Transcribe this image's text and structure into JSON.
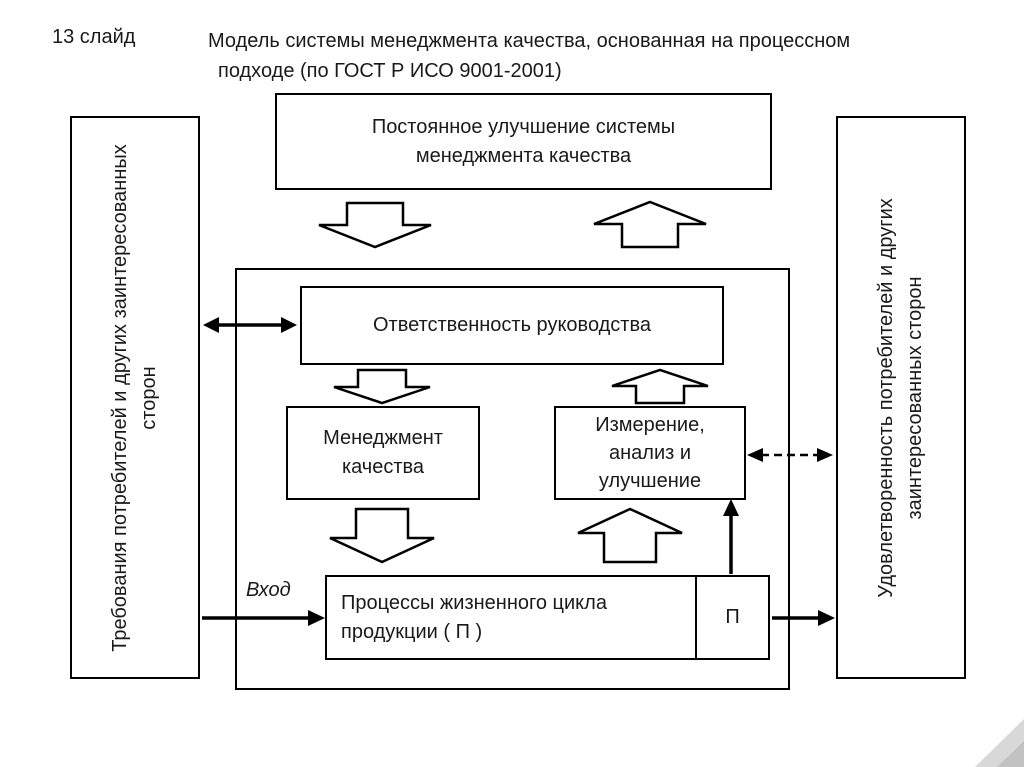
{
  "slide": {
    "number_label": "13 слайд",
    "title_line1": "Модель системы менеджмента качества, основанная на процессном",
    "title_line2": "подходе (по ГОСТ Р ИСО 9001-2001)"
  },
  "diagram": {
    "top_box": "Постоянное улучшение системы менеджмента качества",
    "left_box": "Требования потребителей и других заинтересованных сторон",
    "right_box": "Удовлетворенность потребителей и других заинтересованных сторон",
    "responsibility_box": "Ответственность руководства",
    "quality_management_box": "Менеджмент качества",
    "measurement_box": "Измерение, анализ и улучшение",
    "process_box": "Процессы жизненного цикла продукции ( П )",
    "p_box": "П",
    "input_label": "Вход"
  },
  "colors": {
    "line": "#000000",
    "background": "#ffffff",
    "corner_accent": "#d8d8d8",
    "corner_accent_dark": "#c2c2c2"
  }
}
